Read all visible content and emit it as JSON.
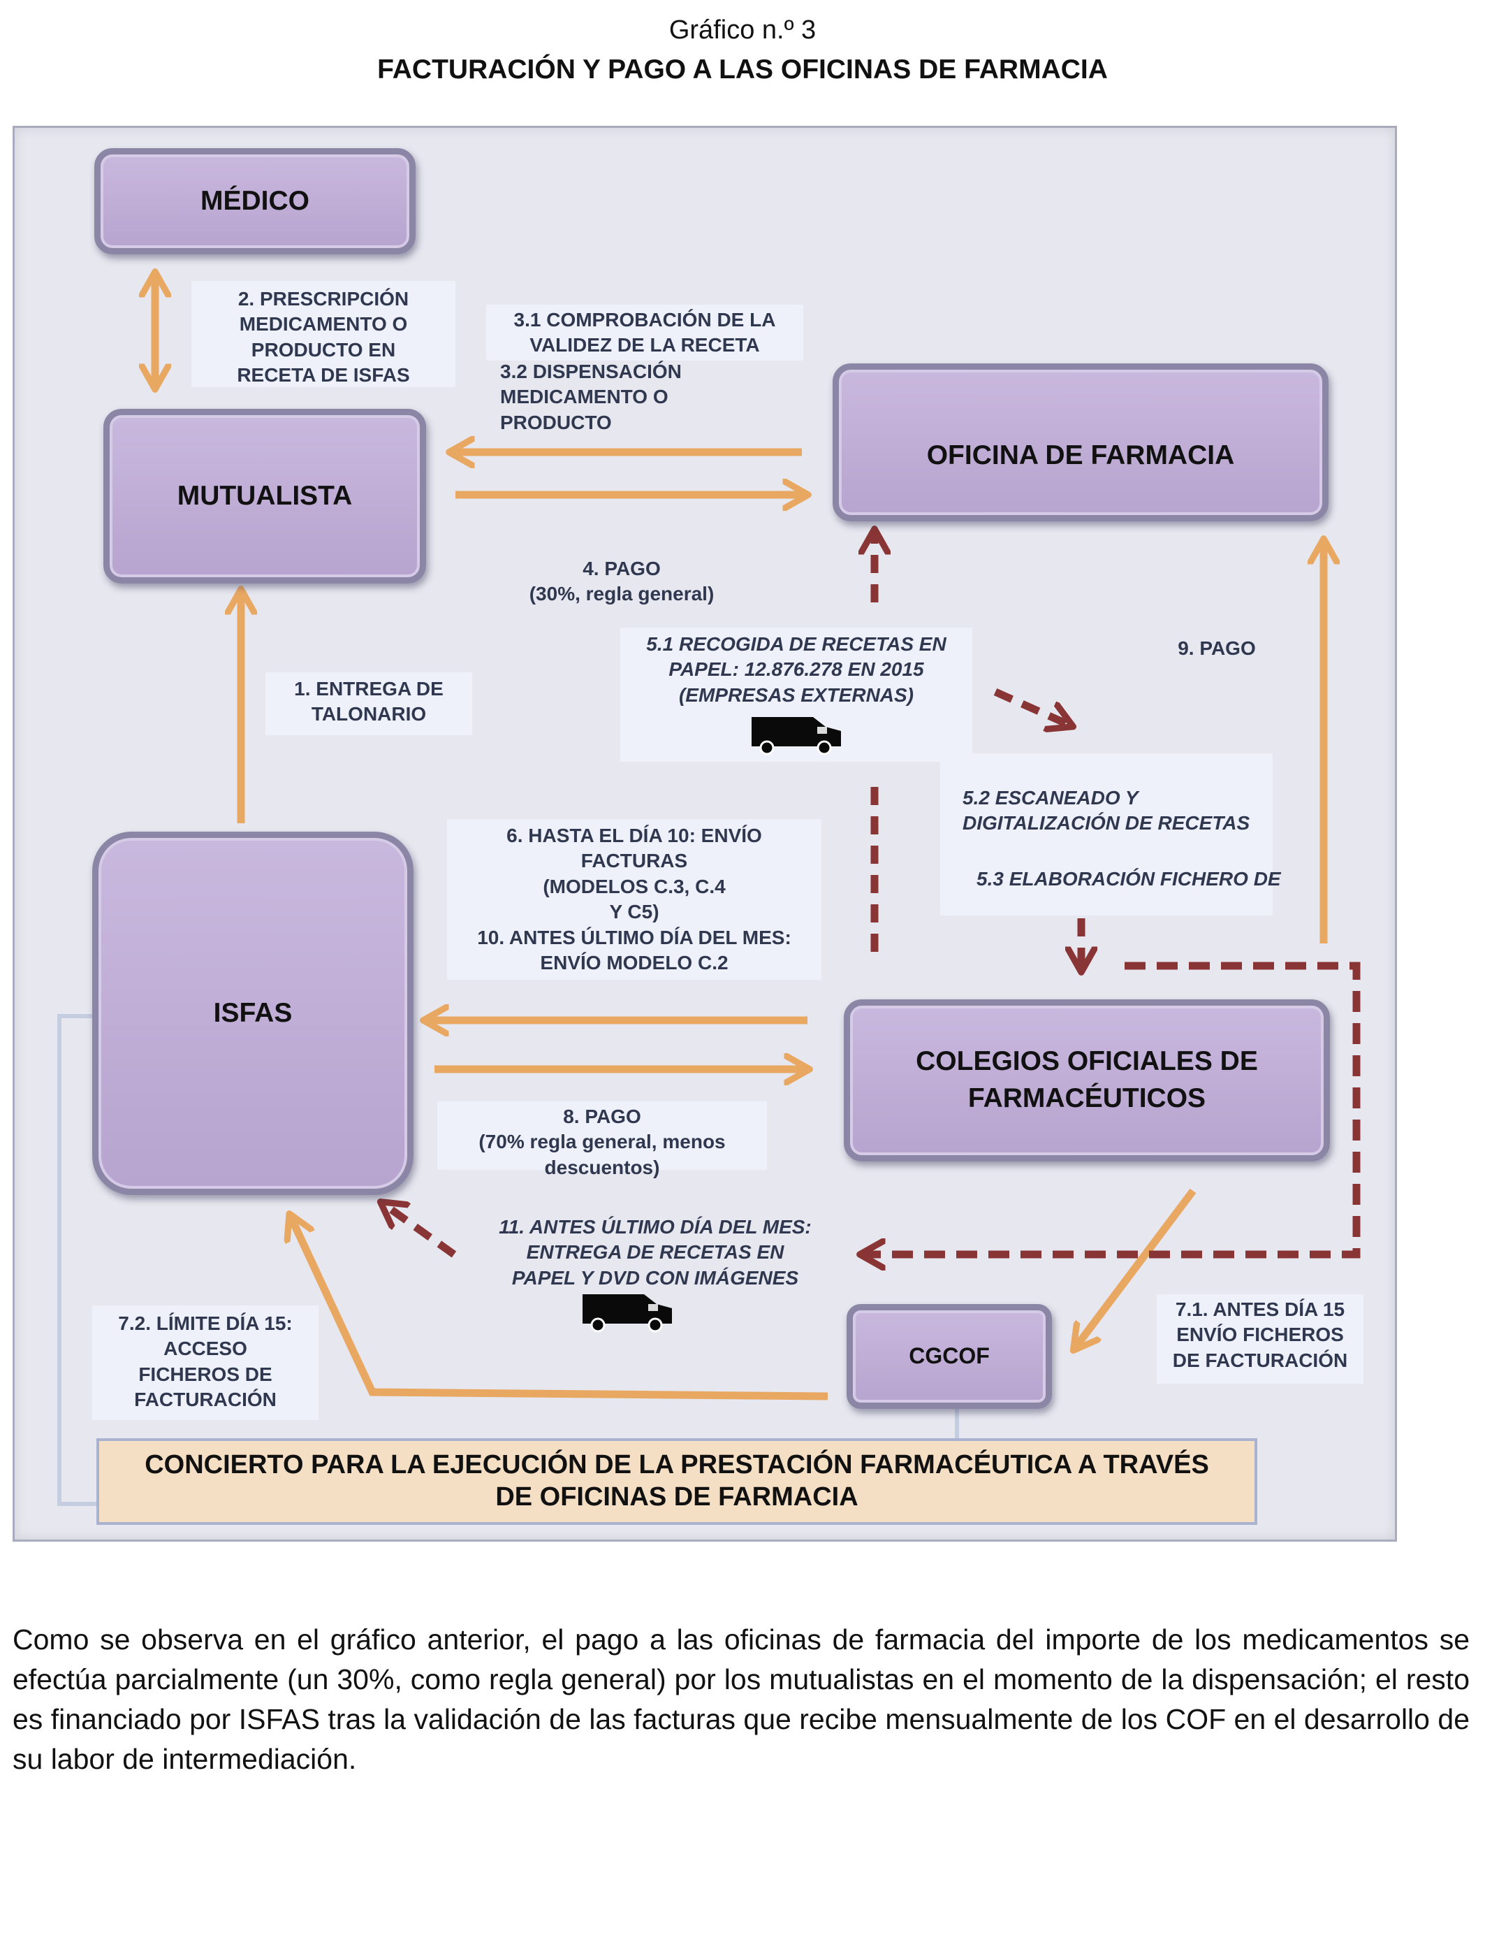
{
  "caption": {
    "number": "Gráfico n.º 3",
    "title": "FACTURACIÓN Y PAGO A LAS OFICINAS DE FARMACIA"
  },
  "nodes": {
    "medico": "MÉDICO",
    "mutualista": "MUTUALISTA",
    "oficina": "OFICINA DE FARMACIA",
    "isfas": "ISFAS",
    "colegios": "COLEGIOS OFICIALES DE FARMACÉUTICOS",
    "cgcof": "CGCOF"
  },
  "labels": {
    "l2": "2. PRESCRIPCIÓN\nMEDICAMENTO O\nPRODUCTO EN\nRECETA DE ISFAS",
    "l31": "3.1 COMPROBACIÓN DE LA\nVALIDEZ DE LA RECETA",
    "l32": "3.2 DISPENSACIÓN\nMEDICAMENTO O\nPRODUCTO",
    "l4": "4. PAGO\n(30%, regla general)",
    "l51": "5.1 RECOGIDA DE RECETAS EN\nPAPEL: 12.876.278 EN 2015\n(EMPRESAS EXTERNAS)",
    "l9": "9. PAGO",
    "l1": "1. ENTREGA DE\nTALONARIO",
    "l52": "5.2 ESCANEADO Y\nDIGITALIZACIÓN DE RECETAS",
    "l53": "5.3 ELABORACIÓN FICHERO DE",
    "l6": "6. HASTA EL DÍA 10: ENVÍO\nFACTURAS\n(MODELOS C.3, C.4\nY C5)\n10. ANTES ÚLTIMO DÍA DEL MES:\nENVÍO MODELO C.2",
    "l8": "8. PAGO\n(70% regla general, menos\ndescuentos)",
    "l11": "11. ANTES ÚLTIMO DÍA DEL MES:\nENTREGA DE RECETAS EN\nPAPEL Y DVD CON IMÁGENES",
    "l72": "7.2. LÍMITE DÍA 15:\nACCESO\nFICHEROS DE\nFACTURACIÓN",
    "l71": "7.1. ANTES DÍA 15\nENVÍO FICHEROS\nDE FACTURACIÓN"
  },
  "concierto": "CONCIERTO PARA LA EJECUCIÓN DE LA PRESTACIÓN FARMACÉUTICA A TRAVÉS DE OFICINAS DE FARMACIA",
  "body_text": "Como se observa en el gráfico anterior, el pago a las oficinas de farmacia del importe de los medicamentos se efectúa parcialmente (un 30%, como regla general) por los mutualistas en el momento de la dispensación; el resto es financiado por ISFAS tras la validación de las facturas que recibe mensualmente de los COF en el desarrollo de su labor de intermediación.",
  "colors": {
    "solid_arrow": "#e8a862",
    "dashed_arrow": "#8a3535",
    "box_fill": "#c0afd8",
    "box_border": "#8b86a6",
    "panel": "#e6e7ef",
    "concierto_fill": "#f5dfc4"
  },
  "icons": [
    "van-icon",
    "van-icon"
  ]
}
